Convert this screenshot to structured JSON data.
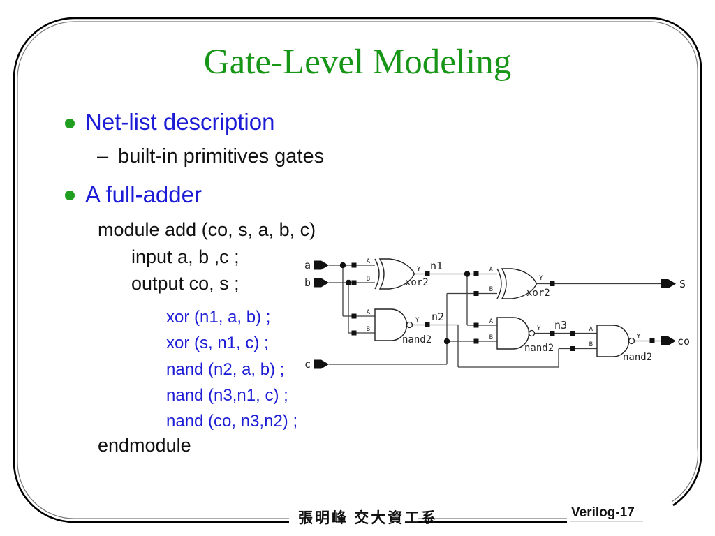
{
  "slide": {
    "title": "Gate-Level Modeling",
    "colors": {
      "title_green": "#179517",
      "bullet_blue": "#1c1cd6",
      "bullet_dot_green": "#1f9e1f",
      "code_blue": "#1c1cd6",
      "text_black": "#111111"
    }
  },
  "content": {
    "bullets": [
      {
        "label": "Net-list description"
      },
      {
        "marker": "–",
        "label": "built-in primitives gates"
      },
      {
        "label": "A full-adder"
      }
    ],
    "code": [
      "module add (co, s, a, b, c)",
      "input a, b ,c ;",
      "output co, s ;",
      "xor (n1, a, b) ;",
      "xor (s, n1, c) ;",
      "nand (n2, a, b) ;",
      "nand (n3,n1, c) ;",
      "nand (co, n3,n2) ;",
      "endmodule"
    ]
  },
  "circuit": {
    "io": {
      "a": "a",
      "b": "b",
      "c": "c",
      "s": "S",
      "co": "co"
    },
    "nets": {
      "n1": "n1",
      "n2": "n2",
      "n3": "n3"
    },
    "port_labels": {
      "a": "A",
      "b": "B",
      "y": "Y"
    },
    "gate_labels": {
      "xor": "xor2",
      "nand": "nand2"
    }
  },
  "footer": {
    "author": "張明峰 交大資工系",
    "page": "Verilog-17"
  }
}
